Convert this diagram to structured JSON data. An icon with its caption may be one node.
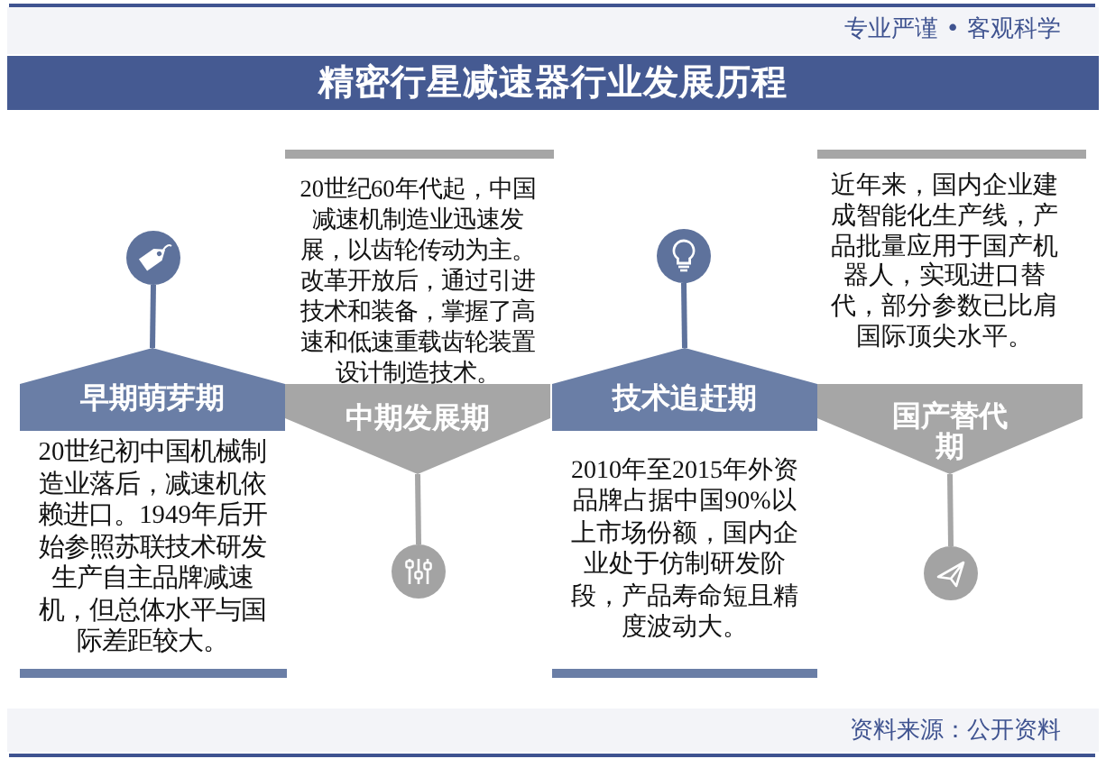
{
  "diagram": {
    "title": "精密行星减速器行业发展历程",
    "nodes": [
      {
        "text": [],
        "shape": "circle"
      },
      {
        "text": [
          "早期萌芽期"
        ]
      },
      {
        "text": [
          "中期发展期"
        ]
      },
      {
        "text": [],
        "shape": "circle"
      },
      {
        "text": [],
        "shape": "circle"
      },
      {
        "text": [
          "技术追赶期"
        ]
      },
      {
        "text": [
          "国产替代期"
        ]
      },
      {
        "text": [],
        "shape": "circle"
      }
    ],
    "edges": [
      {
        "from": 0,
        "to": 1,
        "arrow": "none"
      },
      {
        "from": 2,
        "to": 3,
        "arrow": "none",
        "color": "#a6a6a6"
      },
      {
        "from": 4,
        "to": 5,
        "arrow": "none"
      },
      {
        "from": 6,
        "to": 7,
        "arrow": "none",
        "color": "#a6a6a6"
      }
    ],
    "labels": [
      "专业严谨 • 客观科学",
      "20世纪初中国机械制造业落后，减速机依赖进口。1949年后开始参照苏联技术研发生产自主品牌减速机，但总体水平与国际差距较大。",
      "20世纪60年代起，中国减速机制造业迅速发展，以齿轮传动为主。改革开放后，通过引进技术和装备，掌握了高速和低速重载齿轮装置设计制造技术。",
      "2010年至2015年外资品牌占据中国90%以上市场份额，国内企业处于仿制研发阶段，产品寿命短且精度波动大。",
      "近年来，国内企业建成智能化生产线，产品批量应用于国产机器人，实现进口替代，部分参数已比肩国际顶尖水平。",
      "资料来源：公开资料"
    ]
  }
}
